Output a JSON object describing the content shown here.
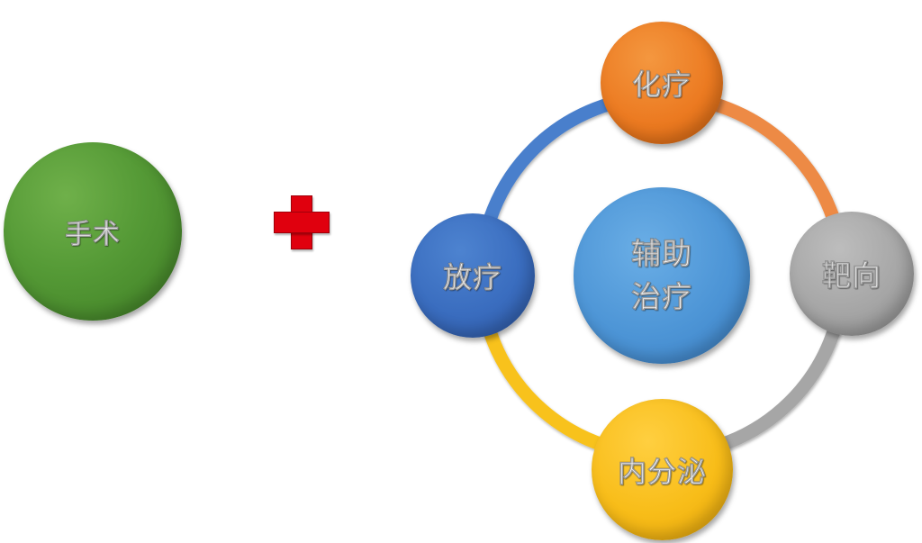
{
  "left_node": {
    "label": "手术",
    "color": "#559a36"
  },
  "connector": {
    "icon": "plus-icon",
    "color": "#e0000e"
  },
  "cycle": {
    "center": {
      "line1": "辅助",
      "line2": "治疗",
      "color": "#4d95d6"
    },
    "nodes": {
      "top": {
        "label": "化疗",
        "color": "#ec7b22"
      },
      "right": {
        "label": "靶向",
        "color": "#a6a6a6"
      },
      "bottom": {
        "label": "内分泌",
        "color": "#f8bd19"
      },
      "left": {
        "label": "放疗",
        "color": "#3a6dbf"
      }
    },
    "arc_colors": {
      "top_right": "#ed8a45",
      "right_bottom": "#a6a6a6",
      "bottom_left": "#f8c21c",
      "left_top": "#4a7fcc"
    }
  }
}
